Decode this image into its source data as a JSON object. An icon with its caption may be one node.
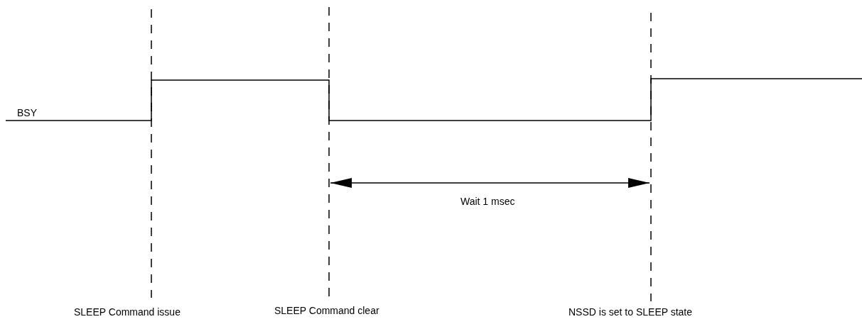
{
  "diagram": {
    "labels": [
      "BSY",
      "Wait 1 msec",
      "SLEEP Command issue",
      "SLEEP Command clear",
      "NSSD is set to SLEEP state"
    ]
  }
}
